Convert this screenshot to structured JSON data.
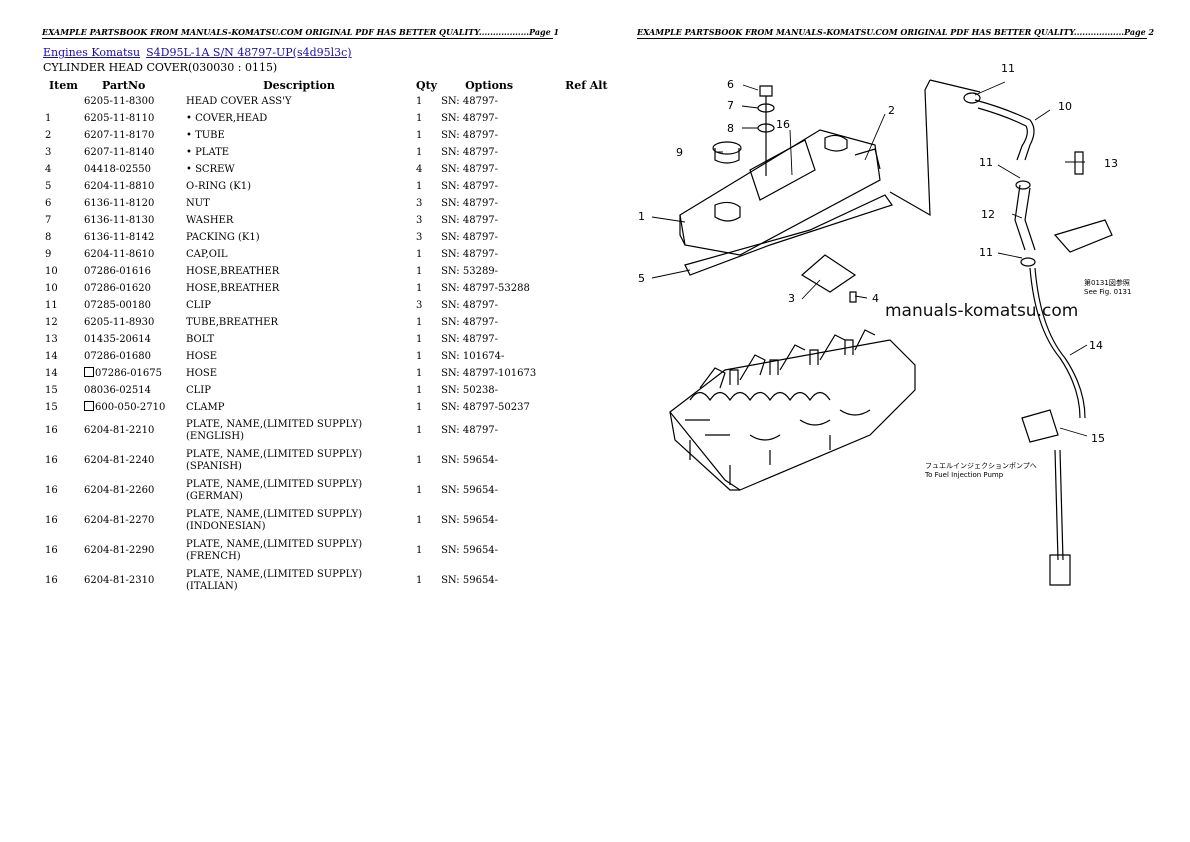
{
  "header": {
    "page1": "EXAMPLE PARTSBOOK FROM MANUALS-KOMATSU.COM ORIGINAL PDF HAS BETTER QUALITY..................Page 1",
    "page2": "EXAMPLE PARTSBOOK FROM MANUALS-KOMATSU.COM ORIGINAL PDF HAS BETTER QUALITY..................Page 2"
  },
  "breadcrumb": {
    "link1": "Engines Komatsu",
    "link2": "S4D95L-1A S/N 48797-UP(s4d95l3c)"
  },
  "subtitle": "CYLINDER HEAD COVER(030030 : 0115)",
  "table": {
    "headers": {
      "item": "Item",
      "part": "PartNo",
      "desc": "Description",
      "qty": "Qty",
      "options": "Options",
      "ref": "Ref Alt"
    },
    "rows": [
      {
        "item": "",
        "part": "6205-11-8300",
        "desc": "HEAD COVER ASS'Y",
        "qty": "1",
        "opt": "SN: 48797-",
        "box": false
      },
      {
        "item": "1",
        "part": "6205-11-8110",
        "desc": "• COVER,HEAD",
        "qty": "1",
        "opt": "SN: 48797-",
        "box": false
      },
      {
        "item": "2",
        "part": "6207-11-8170",
        "desc": "• TUBE",
        "qty": "1",
        "opt": "SN: 48797-",
        "box": false
      },
      {
        "item": "3",
        "part": "6207-11-8140",
        "desc": "• PLATE",
        "qty": "1",
        "opt": "SN: 48797-",
        "box": false
      },
      {
        "item": "4",
        "part": "04418-02550",
        "desc": "• SCREW",
        "qty": "4",
        "opt": "SN: 48797-",
        "box": false
      },
      {
        "item": "5",
        "part": "6204-11-8810",
        "desc": "O-RING (K1)",
        "qty": "1",
        "opt": "SN: 48797-",
        "box": false
      },
      {
        "item": "6",
        "part": "6136-11-8120",
        "desc": "NUT",
        "qty": "3",
        "opt": "SN: 48797-",
        "box": false
      },
      {
        "item": "7",
        "part": "6136-11-8130",
        "desc": "WASHER",
        "qty": "3",
        "opt": "SN: 48797-",
        "box": false
      },
      {
        "item": "8",
        "part": "6136-11-8142",
        "desc": "PACKING (K1)",
        "qty": "3",
        "opt": "SN: 48797-",
        "box": false
      },
      {
        "item": "9",
        "part": "6204-11-8610",
        "desc": "CAP,OIL",
        "qty": "1",
        "opt": "SN: 48797-",
        "box": false
      },
      {
        "item": "10",
        "part": "07286-01616",
        "desc": "HOSE,BREATHER",
        "qty": "1",
        "opt": "SN: 53289-",
        "box": false
      },
      {
        "item": "10",
        "part": "07286-01620",
        "desc": "HOSE,BREATHER",
        "qty": "1",
        "opt": "SN: 48797-53288",
        "box": false
      },
      {
        "item": "11",
        "part": "07285-00180",
        "desc": "CLIP",
        "qty": "3",
        "opt": "SN: 48797-",
        "box": false
      },
      {
        "item": "12",
        "part": "6205-11-8930",
        "desc": "TUBE,BREATHER",
        "qty": "1",
        "opt": "SN: 48797-",
        "box": false
      },
      {
        "item": "13",
        "part": "01435-20614",
        "desc": "BOLT",
        "qty": "1",
        "opt": "SN: 48797-",
        "box": false
      },
      {
        "item": "14",
        "part": "07286-01680",
        "desc": "HOSE",
        "qty": "1",
        "opt": "SN: 101674-",
        "box": false
      },
      {
        "item": "14",
        "part": "07286-01675",
        "desc": "HOSE",
        "qty": "1",
        "opt": "SN: 48797-101673",
        "box": true
      },
      {
        "item": "15",
        "part": "08036-02514",
        "desc": "CLIP",
        "qty": "1",
        "opt": "SN: 50238-",
        "box": false
      },
      {
        "item": "15",
        "part": "600-050-2710",
        "desc": "CLAMP",
        "qty": "1",
        "opt": "SN: 48797-50237",
        "box": true
      }
    ],
    "rows2": [
      {
        "item": "16",
        "part": "6204-81-2210",
        "desc1": "PLATE, NAME,(LIMITED SUPPLY)",
        "desc2": "(ENGLISH)",
        "qty": "1",
        "opt": "SN: 48797-"
      },
      {
        "item": "16",
        "part": "6204-81-2240",
        "desc1": "PLATE, NAME,(LIMITED SUPPLY)",
        "desc2": "(SPANISH)",
        "qty": "1",
        "opt": "SN: 59654-"
      },
      {
        "item": "16",
        "part": "6204-81-2260",
        "desc1": "PLATE, NAME,(LIMITED SUPPLY)",
        "desc2": "(GERMAN)",
        "qty": "1",
        "opt": "SN: 59654-"
      },
      {
        "item": "16",
        "part": "6204-81-2270",
        "desc1": "PLATE, NAME,(LIMITED SUPPLY)",
        "desc2": "(INDONESIAN)",
        "qty": "1",
        "opt": "SN: 59654-"
      },
      {
        "item": "16",
        "part": "6204-81-2290",
        "desc1": "PLATE, NAME,(LIMITED SUPPLY)",
        "desc2": "(FRENCH)",
        "qty": "1",
        "opt": "SN: 59654-"
      },
      {
        "item": "16",
        "part": "6204-81-2310",
        "desc1": "PLATE, NAME,(LIMITED SUPPLY)",
        "desc2": "(ITALIAN)",
        "qty": "1",
        "opt": "SN: 59654-"
      }
    ]
  },
  "diagram": {
    "watermark": "manuals-komatsu.com",
    "labels": [
      "1",
      "2",
      "3",
      "4",
      "5",
      "6",
      "7",
      "8",
      "9",
      "10",
      "11",
      "11",
      "11",
      "12",
      "13",
      "14",
      "15",
      "16"
    ],
    "ref_text1": "第0131図参照",
    "ref_text2": "See Fig. 0131",
    "fuel_text1": "フュエルインジェクションポンプへ",
    "fuel_text2": "To Fuel Injection Pump"
  }
}
